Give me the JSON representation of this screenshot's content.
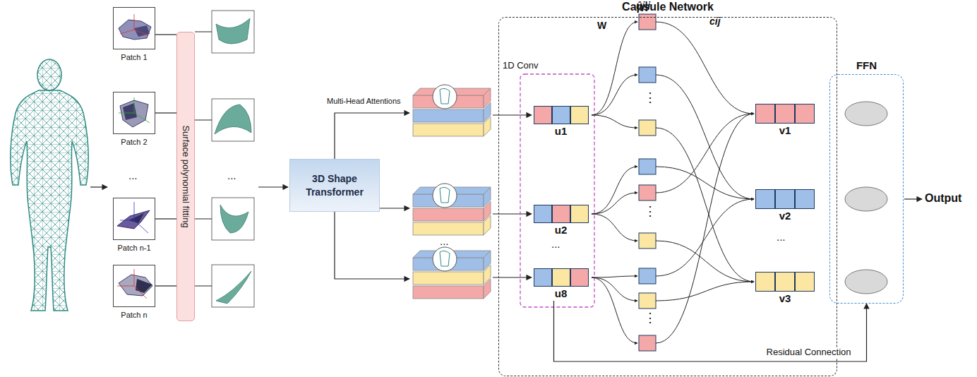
{
  "diagram": {
    "title": "Capsule Network",
    "nodes": [
      {
        "text": [
          "Patch 1"
        ]
      },
      {
        "text": [
          "Patch 2"
        ]
      },
      {
        "text": [
          "Patch n-1"
        ]
      },
      {
        "text": [
          "Patch n"
        ]
      },
      {
        "text": [
          "Surface polynomial fitting"
        ]
      },
      {
        "text": [
          "3D Shape Transformer"
        ]
      },
      {
        "text": [
          "Capsule Network"
        ]
      },
      {
        "text": [
          "u1"
        ],
        "in": 6
      },
      {
        "text": [
          "u2"
        ],
        "in": 6
      },
      {
        "text": [
          "u8"
        ],
        "in": 6
      },
      {
        "text": [
          "v1"
        ],
        "in": 6
      },
      {
        "text": [
          "v2"
        ],
        "in": 6
      },
      {
        "text": [
          "v3"
        ],
        "in": 6
      },
      {
        "text": [
          "FFN"
        ]
      }
    ],
    "edges": [
      {
        "from": 0,
        "to": 4,
        "arrow": "none"
      },
      {
        "from": 1,
        "to": 4,
        "arrow": "none"
      },
      {
        "from": 2,
        "to": 4,
        "arrow": "none"
      },
      {
        "from": 3,
        "to": 4,
        "arrow": "none"
      },
      {
        "from": 9,
        "to": 13,
        "arrow": "to",
        "label": "Residual Connection"
      }
    ],
    "labels": [
      "...",
      "...",
      "Multi-Head Attentions",
      "...",
      "1D Conv",
      "ûj|i",
      "W",
      "cij",
      "⋮",
      "⋮",
      "⋮",
      "...",
      "...",
      "Output"
    ]
  }
}
